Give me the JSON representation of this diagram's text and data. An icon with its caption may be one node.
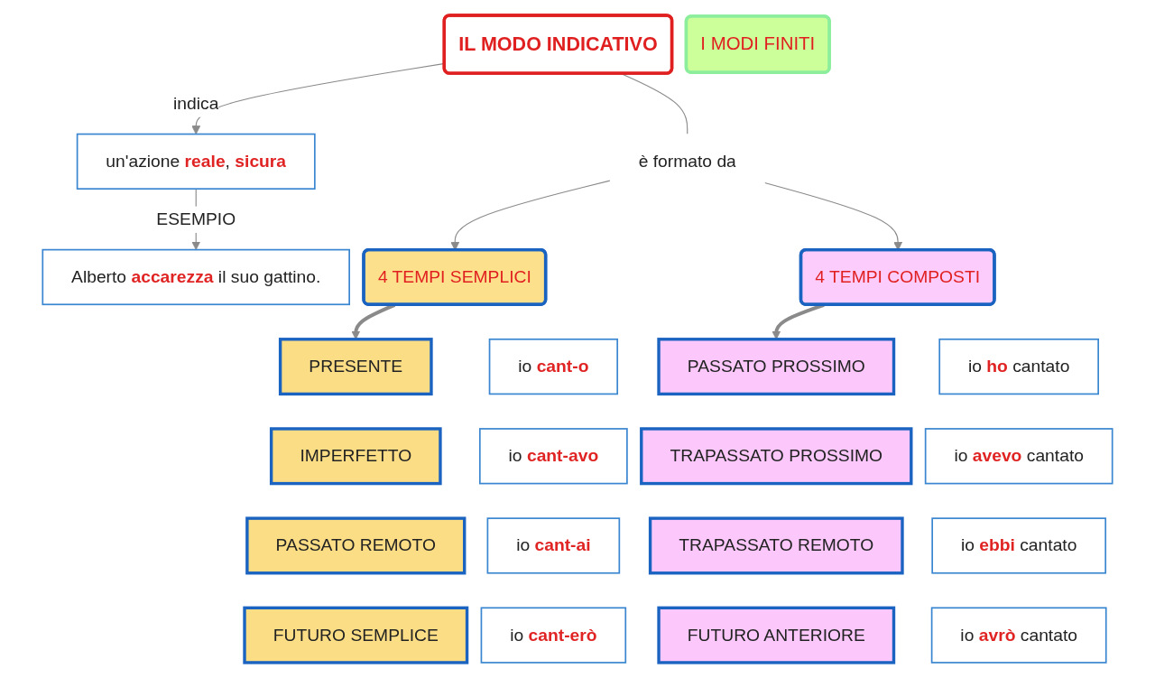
{
  "diagram": {
    "nodes": [
      {
        "text": [
          "IL MODO INDICATIVO"
        ]
      },
      {
        "text": [
          "I MODI FINITI"
        ]
      },
      {
        "text": [
          "è formato da"
        ]
      },
      {
        "text": [
          "un'azione **reale**, **sicura**"
        ]
      },
      {
        "text": [
          "Alberto **accarezza** il suo gattino."
        ]
      },
      {
        "text": [
          "4 TEMPI SEMPLICI"
        ]
      },
      {
        "text": [
          "4 TEMPI COMPOSTI"
        ]
      },
      {
        "text": [
          "PRESENTE"
        ]
      },
      {
        "text": [
          "io **cant-o**"
        ]
      },
      {
        "text": [
          "IMPERFETTO"
        ]
      },
      {
        "text": [
          "io **cant-avo**"
        ]
      },
      {
        "text": [
          "PASSATO REMOTO"
        ]
      },
      {
        "text": [
          "io **cant-ai**"
        ]
      },
      {
        "text": [
          "FUTURO SEMPLICE"
        ]
      },
      {
        "text": [
          "io **cant-erò**"
        ]
      },
      {
        "text": [
          "PASSATO PROSSIMO"
        ]
      },
      {
        "text": [
          "io **ho** cantato"
        ]
      },
      {
        "text": [
          "TRAPASSATO PROSSIMO"
        ]
      },
      {
        "text": [
          "io **avevo** cantato"
        ]
      },
      {
        "text": [
          "TRAPASSATO REMOTO"
        ]
      },
      {
        "text": [
          "io **ebbi** cantato"
        ]
      },
      {
        "text": [
          "FUTURO ANTERIORE"
        ]
      },
      {
        "text": [
          "io **avrò** cantato"
        ]
      }
    ],
    "edges": [
      {
        "from": 0,
        "to": 3,
        "arrow": "to",
        "label": "indica"
      },
      {
        "from": 0,
        "to": 2,
        "arrow": "none"
      },
      {
        "from": 2,
        "to": 5,
        "arrow": "to"
      },
      {
        "from": 2,
        "to": 6,
        "arrow": "to"
      },
      {
        "from": 3,
        "to": 4,
        "arrow": "to",
        "label": "ESEMPIO"
      },
      {
        "from": 5,
        "to": 7,
        "arrow": "to",
        "style": "thick"
      },
      {
        "from": 6,
        "to": 15,
        "arrow": "to",
        "style": "thick"
      }
    ]
  }
}
